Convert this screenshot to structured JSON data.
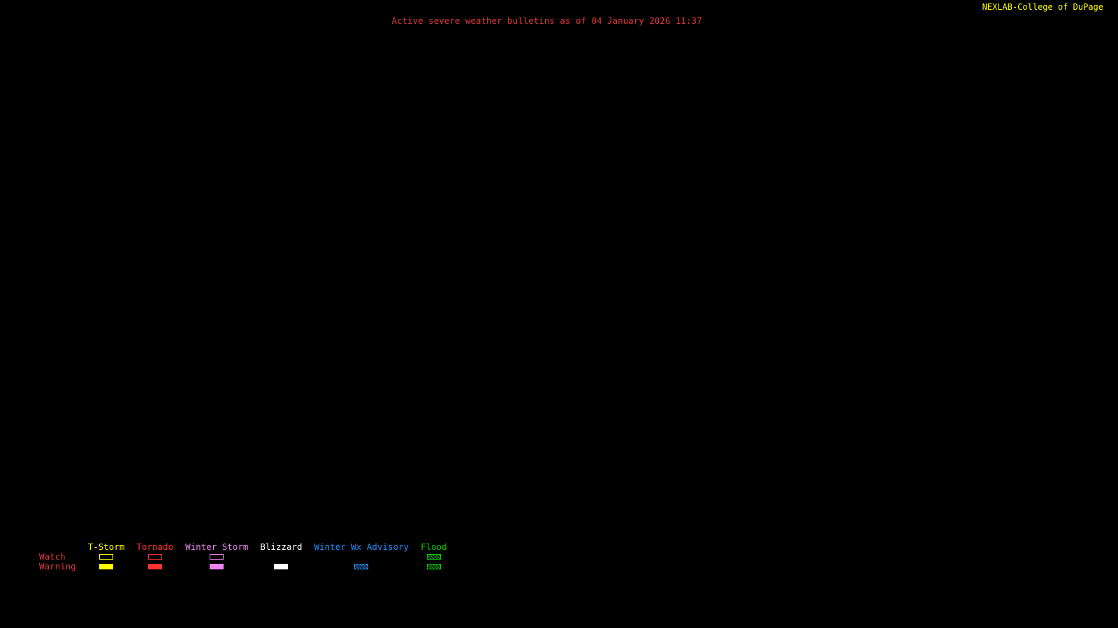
{
  "header": {
    "brand": "NEXLAB-College of DuPage",
    "brand_color": "#ffff00",
    "logo_icon": "lightning-glyph",
    "title": "Active severe weather bulletins as of 04 January 2026 11:37",
    "title_color": "#e23a3a"
  },
  "map": {
    "background_color": "#000000",
    "content": ""
  },
  "legend": {
    "watch_label": "Watch",
    "warning_label": "Warning",
    "row_label_color": "#e23a3a",
    "columns": [
      {
        "label": "T-Storm",
        "color": "#ffff00",
        "watch": "outline",
        "warning": "filled"
      },
      {
        "label": "Tornado",
        "color": "#ff3030",
        "watch": "outline",
        "warning": "filled"
      },
      {
        "label": "Winter Storm",
        "color": "#ee82ee",
        "watch": "outline",
        "warning": "filled"
      },
      {
        "label": "Blizzard",
        "color": "#ffffff",
        "watch": "none",
        "warning": "filled"
      },
      {
        "label": "Winter Wx Advisory",
        "color": "#1e90ff",
        "watch": "none",
        "warning": "hatched"
      },
      {
        "label": "Flood",
        "color": "#00cc00",
        "watch": "hatched",
        "warning": "hatched"
      }
    ]
  }
}
